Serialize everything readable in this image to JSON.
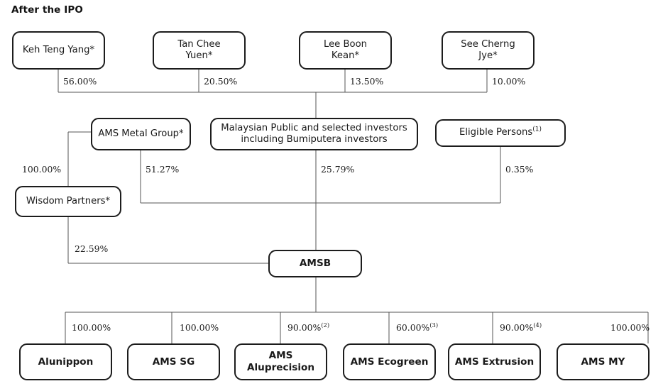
{
  "title": "After the IPO",
  "colors": {
    "node_border": "#1c1c1c",
    "connector": "#555555",
    "text": "#1a1a1a",
    "background": "#ffffff"
  },
  "shareholders": [
    {
      "id": "keh-teng-yang",
      "label": "Keh Teng Yang*",
      "percent": "56.00%"
    },
    {
      "id": "tan-chee-yuen",
      "label": "Tan Chee\nYuen*",
      "line1": "Tan Chee",
      "line2": "Yuen*",
      "percent": "20.50%"
    },
    {
      "id": "lee-boon-kean",
      "label": "Lee Boon\nKean*",
      "line1": "Lee Boon",
      "line2": "Kean*",
      "percent": "13.50%"
    },
    {
      "id": "see-cherng-jye",
      "label": "See Cherng\nJye*",
      "line1": "See Cherng",
      "line2": "Jye*",
      "percent": "10.00%"
    }
  ],
  "intermediates": [
    {
      "id": "ams-metal-group",
      "label": "AMS Metal Group*",
      "percent": "51.27%"
    },
    {
      "id": "malaysian-public",
      "label": "Malaysian Public and selected investors including Bumiputera investors",
      "line1": "Malaysian Public and selected investors",
      "line2": "including Bumiputera investors",
      "percent": "25.79%"
    },
    {
      "id": "eligible-persons",
      "label": "Eligible Persons",
      "footnote": "(1)",
      "percent": "0.35%"
    }
  ],
  "wisdom_partners": {
    "id": "wisdom-partners",
    "label": "Wisdom Partners*",
    "percent_from_ams_metal": "100.00%",
    "percent_to_amsb": "22.59%"
  },
  "holding_company": {
    "id": "amsb",
    "label": "AMSB"
  },
  "subsidiaries": [
    {
      "id": "alunippon",
      "label": "Alunippon",
      "percent": "100.00%",
      "footnote": ""
    },
    {
      "id": "ams-sg",
      "label": "AMS SG",
      "percent": "100.00%",
      "footnote": ""
    },
    {
      "id": "ams-aluprecision",
      "label": "AMS Aluprecision",
      "line1": "AMS",
      "line2": "Aluprecision",
      "percent": "90.00%",
      "footnote": "(2)"
    },
    {
      "id": "ams-ecogreen",
      "label": "AMS Ecogreen",
      "percent": "60.00%",
      "footnote": "(3)"
    },
    {
      "id": "ams-extrusion",
      "label": "AMS Extrusion",
      "percent": "90.00%",
      "footnote": "(4)"
    },
    {
      "id": "ams-my",
      "label": "AMS MY",
      "percent": "100.00%",
      "footnote": ""
    }
  ]
}
